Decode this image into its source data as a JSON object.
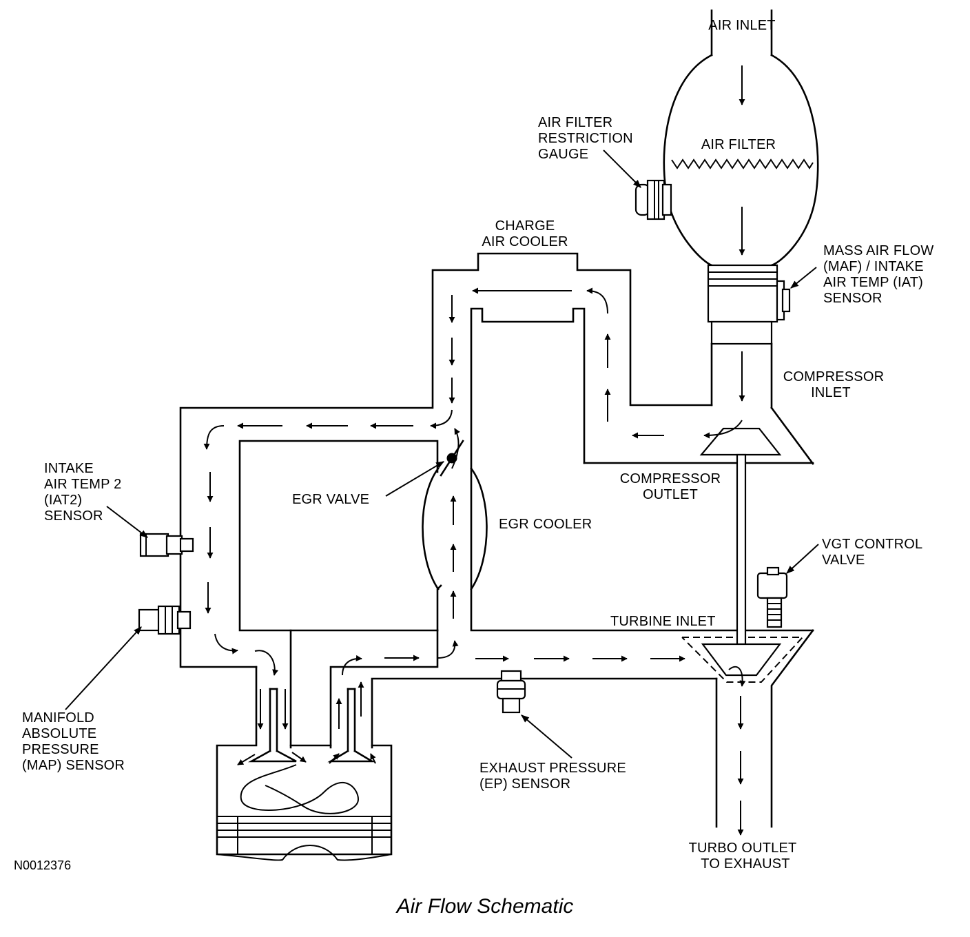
{
  "labels": {
    "air_inlet": "AIR INLET",
    "air_filter": "AIR FILTER",
    "restriction_gauge": [
      "AIR FILTER",
      "RESTRICTION",
      "GAUGE"
    ],
    "charge_air_cooler": [
      "CHARGE",
      "AIR COOLER"
    ],
    "maf_sensor": [
      "MASS AIR FLOW",
      "(MAF) / INTAKE",
      "AIR TEMP (IAT)",
      "SENSOR"
    ],
    "compressor_inlet": [
      "COMPRESSOR",
      "INLET"
    ],
    "compressor_outlet": [
      "COMPRESSOR",
      "OUTLET"
    ],
    "iat2_sensor": [
      "INTAKE",
      "AIR TEMP 2",
      "(IAT2)",
      "SENSOR"
    ],
    "egr_valve": "EGR VALVE",
    "egr_cooler": "EGR COOLER",
    "vgt_valve": [
      "VGT CONTROL",
      "VALVE"
    ],
    "turbine_inlet": "TURBINE INLET",
    "map_sensor": [
      "MANIFOLD",
      "ABSOLUTE",
      "PRESSURE",
      "(MAP) SENSOR"
    ],
    "ep_sensor": [
      "EXHAUST PRESSURE",
      "(EP) SENSOR"
    ],
    "turbo_outlet": [
      "TURBO OUTLET",
      "TO EXHAUST"
    ]
  },
  "figure_code": "N0012376",
  "caption": "Air Flow Schematic"
}
